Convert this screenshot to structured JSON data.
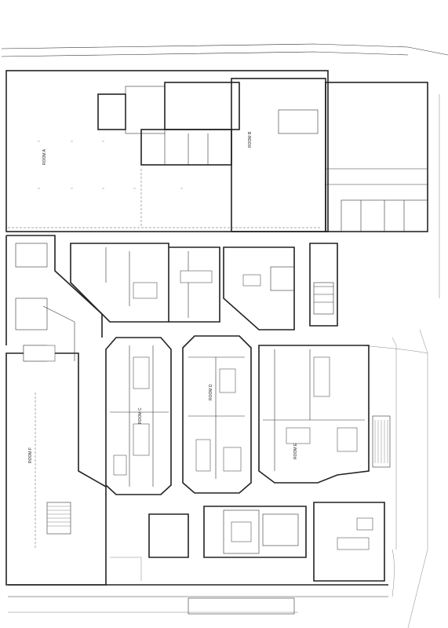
{
  "drawing": {
    "rooms": [
      {
        "id": "r1",
        "label": "ROOM A"
      },
      {
        "id": "r2",
        "label": "ROOM B"
      },
      {
        "id": "r3",
        "label": "ROOM C"
      },
      {
        "id": "r4",
        "label": "ROOM D"
      },
      {
        "id": "r5",
        "label": "ROOM E"
      },
      {
        "id": "r6",
        "label": "ROOM F"
      }
    ],
    "notes": []
  }
}
